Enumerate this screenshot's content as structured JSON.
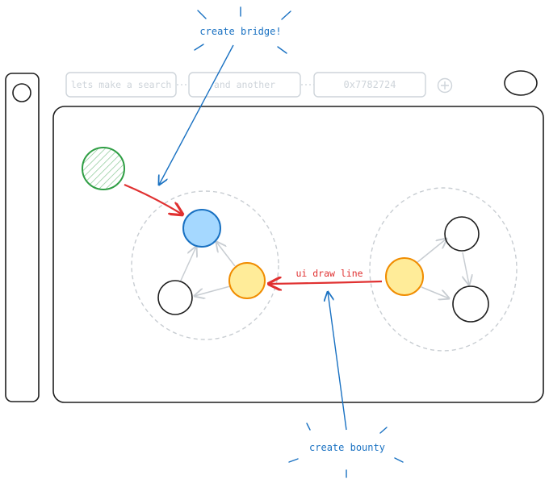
{
  "search_bar": {
    "search_placeholder": "lets make a search",
    "second_placeholder": "and another",
    "address_value": "0x7782724"
  },
  "annotations": {
    "create_bridge": "create bridge!",
    "draw_line": "ui draw line",
    "create_bounty": "create bounty"
  },
  "colors": {
    "blue_annotation": "#1971c2",
    "red_edge": "#e03131",
    "green_node": "#2f9e44",
    "blue_node_fill": "#a5d8ff",
    "blue_node_stroke": "#1971c2",
    "yellow_node_fill": "#ffec99",
    "yellow_node_stroke": "#f08c00",
    "gray_edge": "#c8cdd2"
  },
  "icons": {
    "add": "plus-circle-icon",
    "sidebar_dot": "circle-icon",
    "top_right": "circle-icon"
  }
}
